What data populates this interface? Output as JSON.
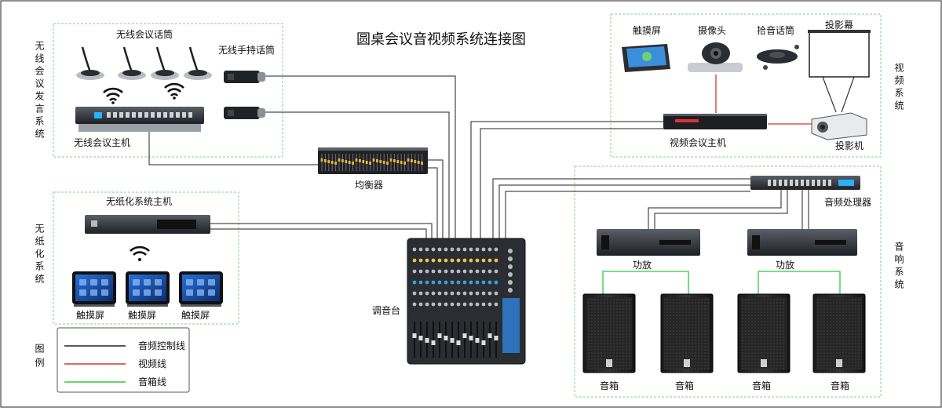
{
  "title": "圆桌会议音视频系统连接图",
  "groups": {
    "wireless": "无线会议发言系统",
    "paperless": "无纸化系统",
    "video": "视频系统",
    "sound": "音响系统"
  },
  "devices": {
    "wireless_mics": "无线会议话筒",
    "handheld_mics": "无线手持话筒",
    "wireless_host": "无线会议主机",
    "equalizer": "均衡器",
    "paperless_host": "无纸化系统主机",
    "touch1": "触摸屏",
    "touch2": "触摸屏",
    "touch3": "触摸屏",
    "mixer": "调音台",
    "video_touch": "触摸屏",
    "camera": "摄像头",
    "pickup_mic": "拾音话筒",
    "screen": "投影幕",
    "video_host": "视频会议主机",
    "projector": "投影机",
    "audio_processor": "音频处理器",
    "amp1": "功放",
    "amp2": "功放",
    "spk1": "音箱",
    "spk2": "音箱",
    "spk3": "音箱",
    "spk4": "音箱"
  },
  "legend": {
    "title": "图例",
    "items": [
      {
        "label": "音频控制线",
        "color": "#222222"
      },
      {
        "label": "视频线",
        "color": "#d33333"
      },
      {
        "label": "音箱线",
        "color": "#2ecc40"
      }
    ]
  }
}
